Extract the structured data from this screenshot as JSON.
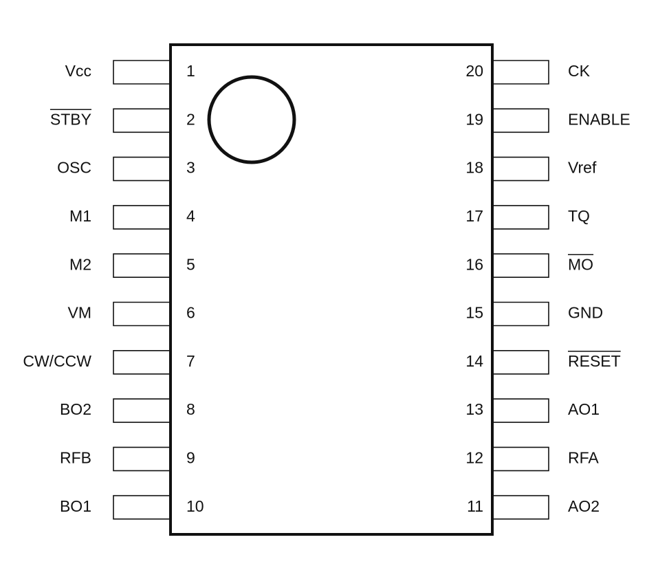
{
  "diagram": {
    "left_pins": [
      {
        "number": "1",
        "label": "Vcc",
        "overline": false
      },
      {
        "number": "2",
        "label": "STBY",
        "overline": true
      },
      {
        "number": "3",
        "label": "OSC",
        "overline": false
      },
      {
        "number": "4",
        "label": "M1",
        "overline": false
      },
      {
        "number": "5",
        "label": "M2",
        "overline": false
      },
      {
        "number": "6",
        "label": "VM",
        "overline": false
      },
      {
        "number": "7",
        "label": "CW/CCW",
        "overline": false
      },
      {
        "number": "8",
        "label": "BO2",
        "overline": false
      },
      {
        "number": "9",
        "label": "RFB",
        "overline": false
      },
      {
        "number": "10",
        "label": "BO1",
        "overline": false
      }
    ],
    "right_pins": [
      {
        "number": "20",
        "label": "CK",
        "overline": false
      },
      {
        "number": "19",
        "label": "ENABLE",
        "overline": false
      },
      {
        "number": "18",
        "label": "Vref",
        "overline": false
      },
      {
        "number": "17",
        "label": "TQ",
        "overline": false
      },
      {
        "number": "16",
        "label": "MO",
        "overline": true
      },
      {
        "number": "15",
        "label": "GND",
        "overline": false
      },
      {
        "number": "14",
        "label": "RESET",
        "overline": true
      },
      {
        "number": "13",
        "label": "AO1",
        "overline": false
      },
      {
        "number": "12",
        "label": "RFA",
        "overline": false
      },
      {
        "number": "11",
        "label": "AO2",
        "overline": false
      }
    ],
    "line_color": "#111111"
  }
}
